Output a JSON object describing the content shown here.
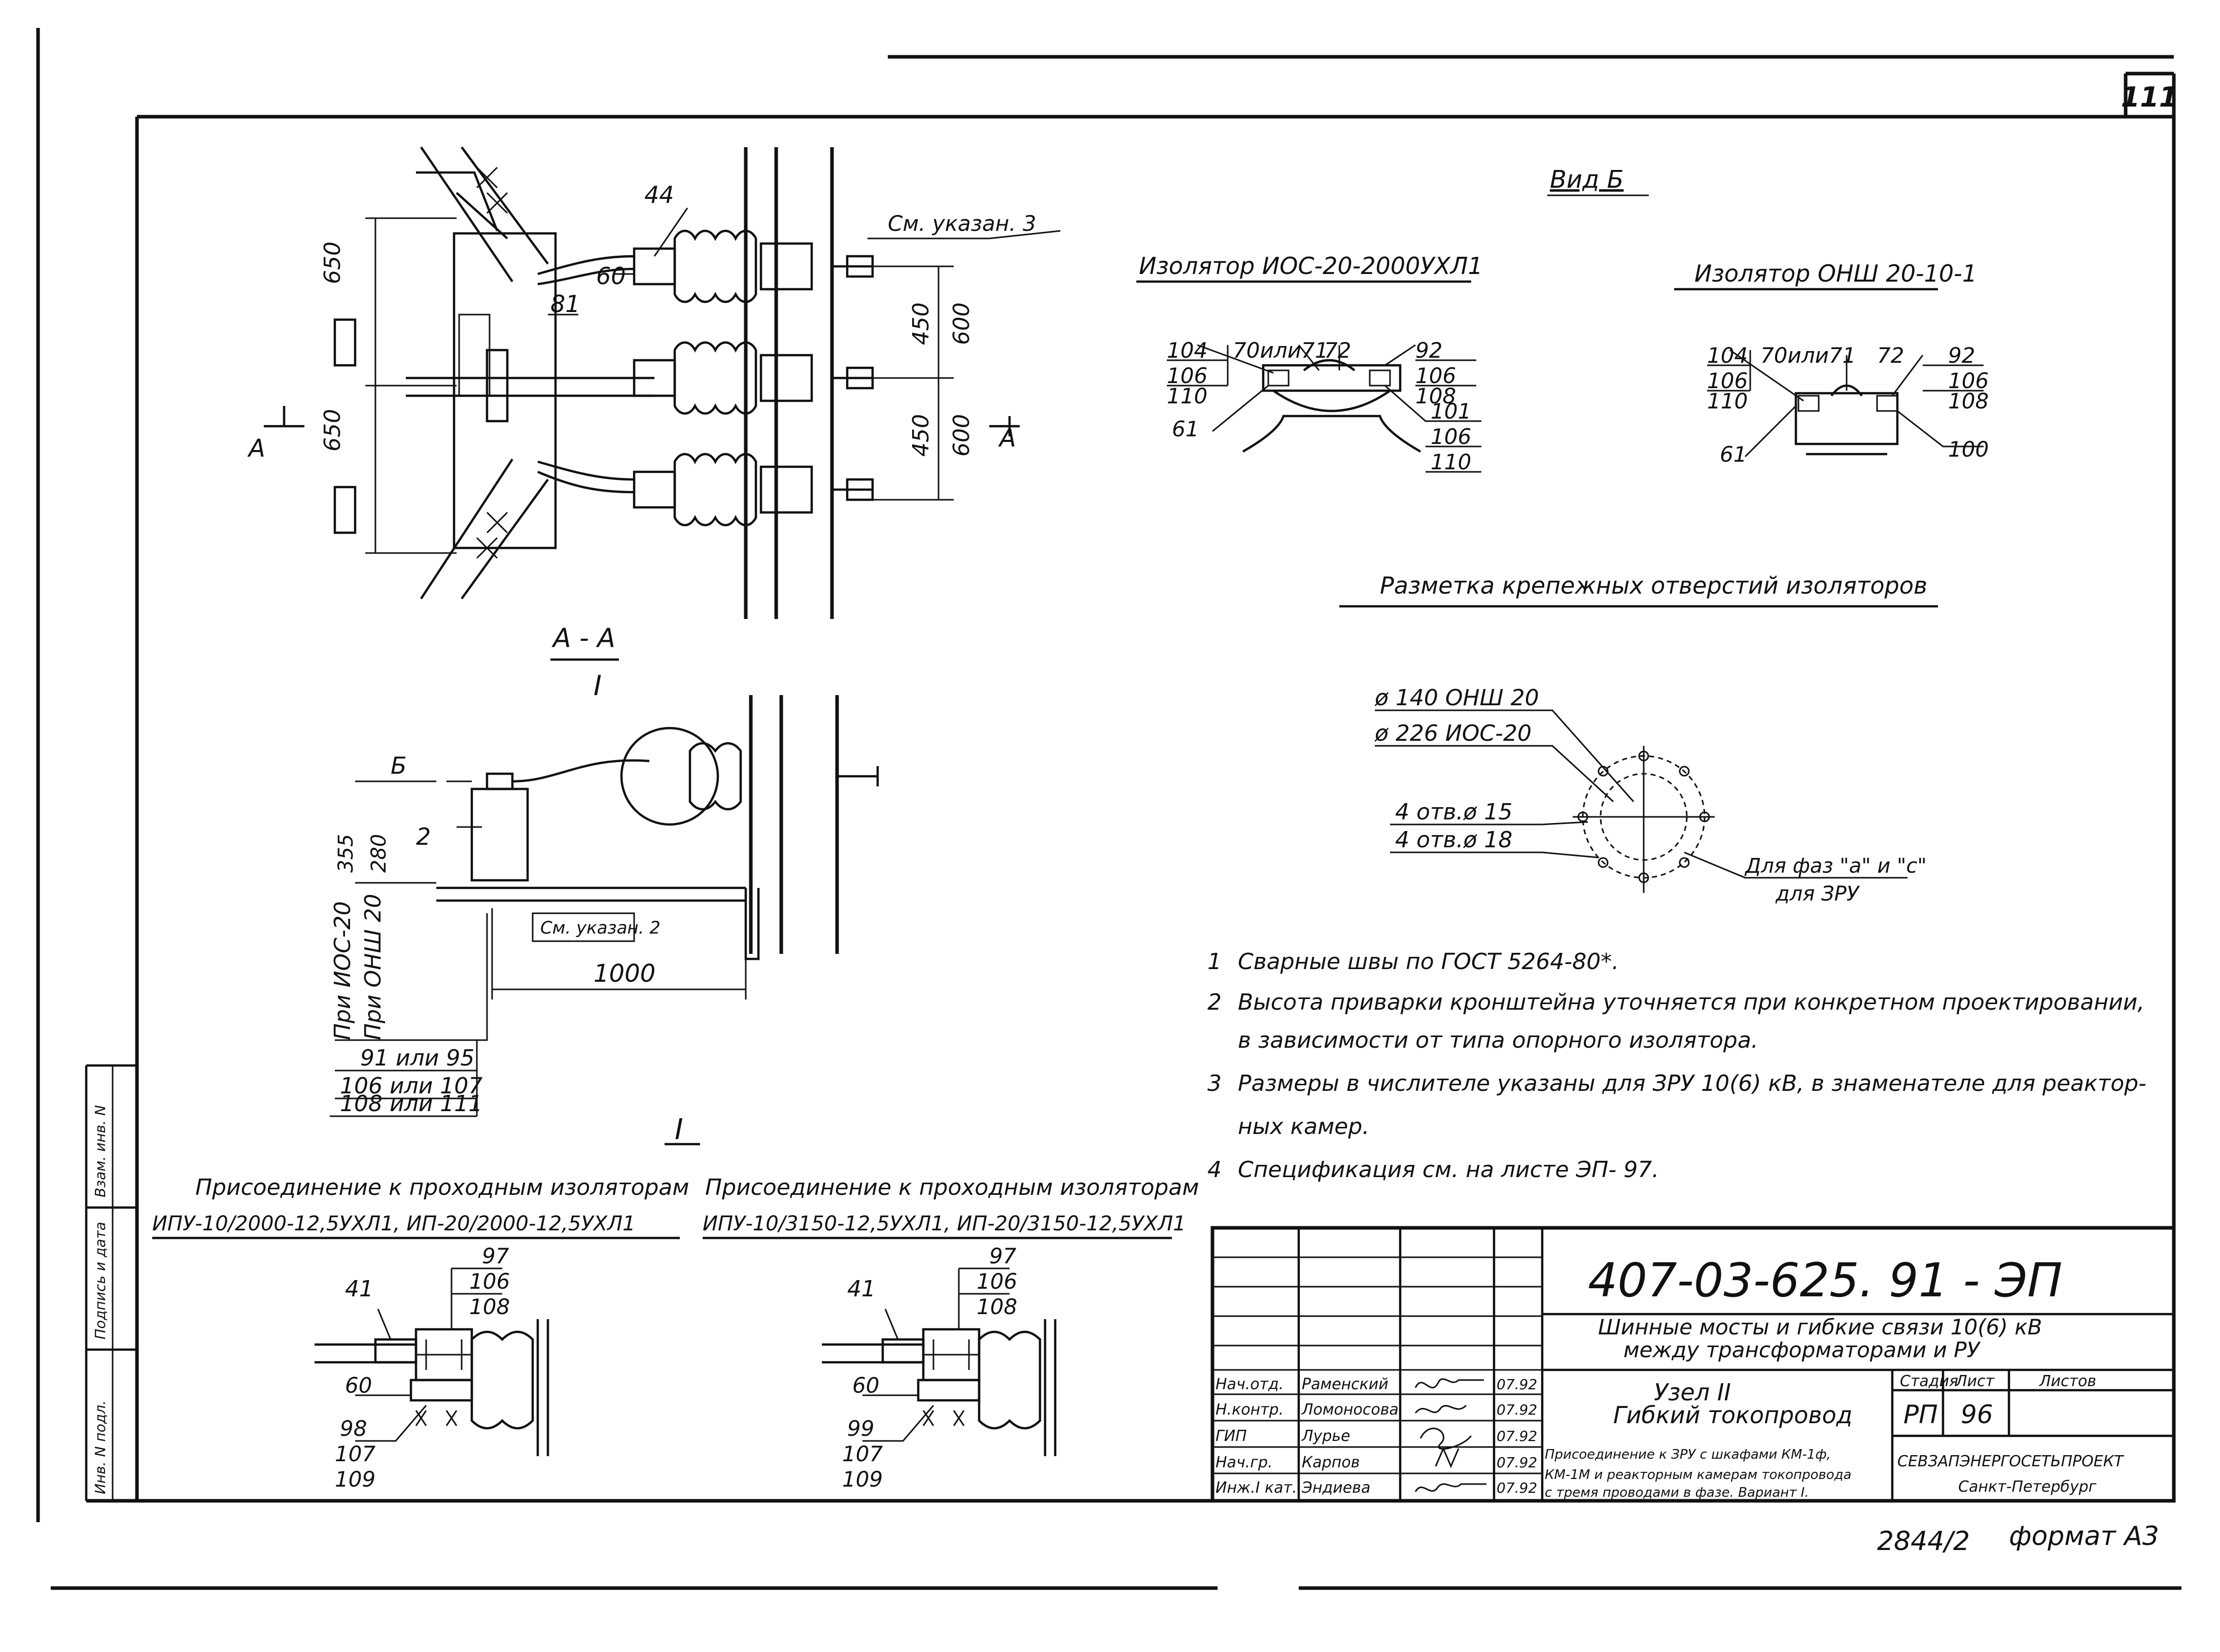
{
  "sheet_number": "111",
  "view_b": {
    "title": "Вид Б",
    "ios": {
      "title": "Изолятор ИОС-20-2000УХЛ1",
      "l1": "104",
      "l2": "106",
      "l3": "110",
      "l4": "70или71",
      "l5": "72",
      "l6": "92",
      "l7": "106",
      "l8": "108",
      "l9": "101",
      "l10": "106",
      "l11": "110",
      "l12": "61"
    },
    "onsh": {
      "title": "Изолятор ОНШ 20-10-1",
      "l1": "104",
      "l2": "106",
      "l3": "110",
      "l4": "70или71",
      "l5": "72",
      "l6": "92",
      "l7": "106",
      "l8": "108",
      "l9": "100",
      "l10": "61"
    }
  },
  "plan": {
    "l44": "44",
    "l60": "60",
    "l81": "81",
    "ref3": "См. указан. 3",
    "d650a": "650",
    "d650b": "650",
    "d450a": "450",
    "d600a": "600",
    "d450b": "450",
    "d600b": "600",
    "a_left": "А",
    "a_right": "А"
  },
  "section_aa": {
    "title": "А - А",
    "l_roman": "I",
    "l_b": "Б",
    "d355": "355",
    "d280": "280",
    "l2": "2",
    "ref2": "См. указан. 2",
    "d1000": "1000",
    "ios_note": "При ИОС-20",
    "onsh_note": "При ОНШ 20",
    "sp1": "91 или 95",
    "sp2": "106 или 107",
    "sp3": "108 или 111"
  },
  "holes": {
    "title": "Разметка крепежных отверстий изоляторов",
    "l1": "ø 140  ОНШ 20",
    "l2": "ø 226  ИОС-20",
    "l3": "4 отв.ø 15",
    "l4": "4 отв.ø 18",
    "l5": "Для фаз \"а\" и \"с\"",
    "l6": "для ЗРУ"
  },
  "notes": [
    {
      "num": "1",
      "text": "Сварные швы по ГОСТ 5264-80*."
    },
    {
      "num": "2",
      "text": "Высота приварки кронштейна уточняется при конкретном проектировании,"
    },
    {
      "num": "",
      "text": "в зависимости от типа опорного изолятора."
    },
    {
      "num": "3",
      "text": "Размеры в числителе указаны для ЗРУ 10(6) кВ, в знаменателе для реактор-"
    },
    {
      "num": "",
      "text": "ных камер."
    },
    {
      "num": "4",
      "text": "Спецификация см. на листе ЭП- 97."
    }
  ],
  "node_i": {
    "label": "I",
    "left": {
      "t1": "Присоединение к проходным изоляторам",
      "t2": "ИПУ-10/2000-12,5УХЛ1, ИП-20/2000-12,5УХЛ1",
      "a": "41",
      "b": "97",
      "c": "106",
      "d": "108",
      "e": "60",
      "f": "98",
      "g": "107",
      "h": "109"
    },
    "right": {
      "t1": "Присоединение к проходным изоляторам",
      "t2": "ИПУ-10/3150-12,5УХЛ1, ИП-20/3150-12,5УХЛ1",
      "a": "41",
      "b": "97",
      "c": "106",
      "d": "108",
      "e": "60",
      "f": "99",
      "g": "107",
      "h": "109"
    }
  },
  "side_stamp": {
    "s1": "Взам. инв. N",
    "s2": "Подпись и дата",
    "s3": "Инв. N подл."
  },
  "title_block": {
    "code": "407-03-625. 91 - ЭП",
    "title1": "Шинные мосты и гибкие связи 10(6) кВ",
    "title2": "между трансформаторами и РУ",
    "node1": "Узел II",
    "node2": "Гибкий токопровод",
    "desc1": "Присоединение к ЗРУ с шкафами КМ-1ф,",
    "desc2": "КМ-1М и реакторным камерам токопровода",
    "desc3": "с тремя проводами в фазе. Вариант I.",
    "stage_h": "Стадия",
    "sheet_h": "Лист",
    "sheets_h": "Листов",
    "stage": "РП",
    "sheet": "96",
    "org1": "СЕВЗАПЭНЕРГОСЕТЬПРОЕКТ",
    "org2": "Санкт-Петербург",
    "staff": [
      {
        "role": "Нач.отд.",
        "name": "Раменский",
        "date": "07.92"
      },
      {
        "role": "Н.контр.",
        "name": "Ломоносова",
        "date": "07.92"
      },
      {
        "role": "ГИП",
        "name": "Лурье",
        "date": "07.92"
      },
      {
        "role": "Нач.гр.",
        "name": "Карпов",
        "date": "07.92"
      },
      {
        "role": "Инж.I кат.",
        "name": "Эндиева",
        "date": "07.92"
      }
    ]
  },
  "inv_number": "2844/2",
  "format": "формат А3"
}
